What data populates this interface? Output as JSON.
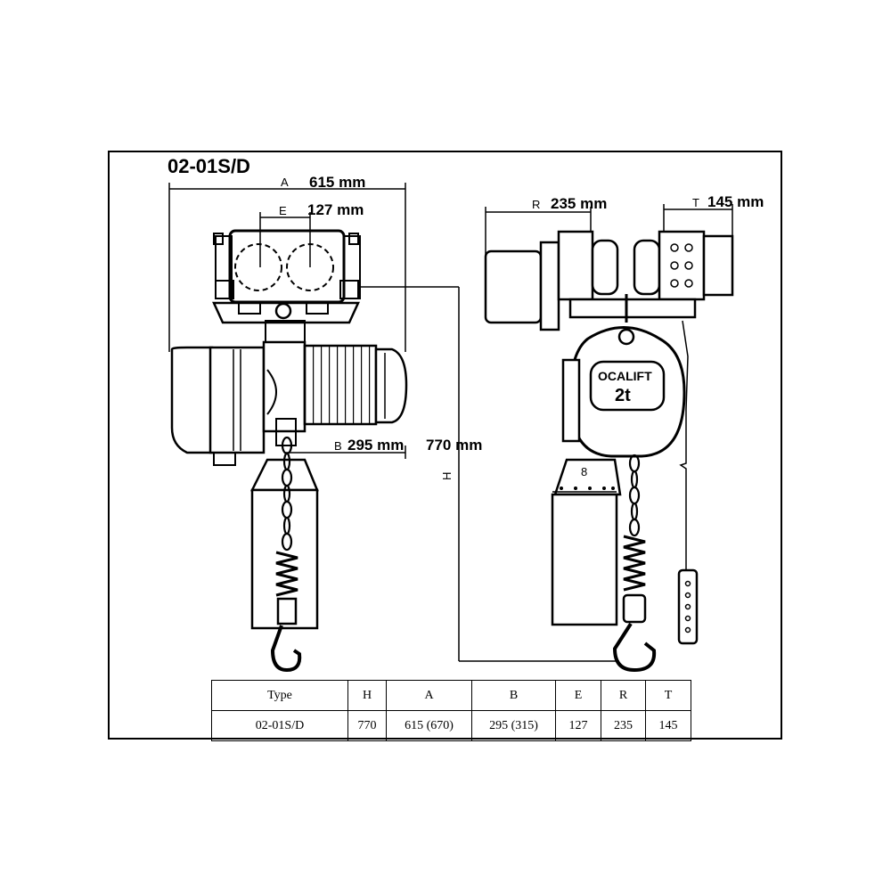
{
  "model_title": "02-01S/D",
  "dimensions": {
    "A": {
      "letter": "A",
      "value": "615 mm"
    },
    "E": {
      "letter": "E",
      "value": "127 mm"
    },
    "B": {
      "letter": "B",
      "value": "295 mm"
    },
    "H": {
      "letter": "H",
      "value": "770 mm"
    },
    "R": {
      "letter": "R",
      "value": "235 mm"
    },
    "T": {
      "letter": "T",
      "value": "145 mm"
    }
  },
  "hoist_label": {
    "brand": "OCALIFT",
    "capacity": "2t"
  },
  "chain_bucket_mark": "8",
  "table": {
    "headers": [
      "Type",
      "H",
      "A",
      "B",
      "E",
      "R",
      "T"
    ],
    "rows": [
      [
        "02-01S/D",
        "770",
        "615 (670)",
        "295 (315)",
        "127",
        "235",
        "145"
      ]
    ]
  }
}
